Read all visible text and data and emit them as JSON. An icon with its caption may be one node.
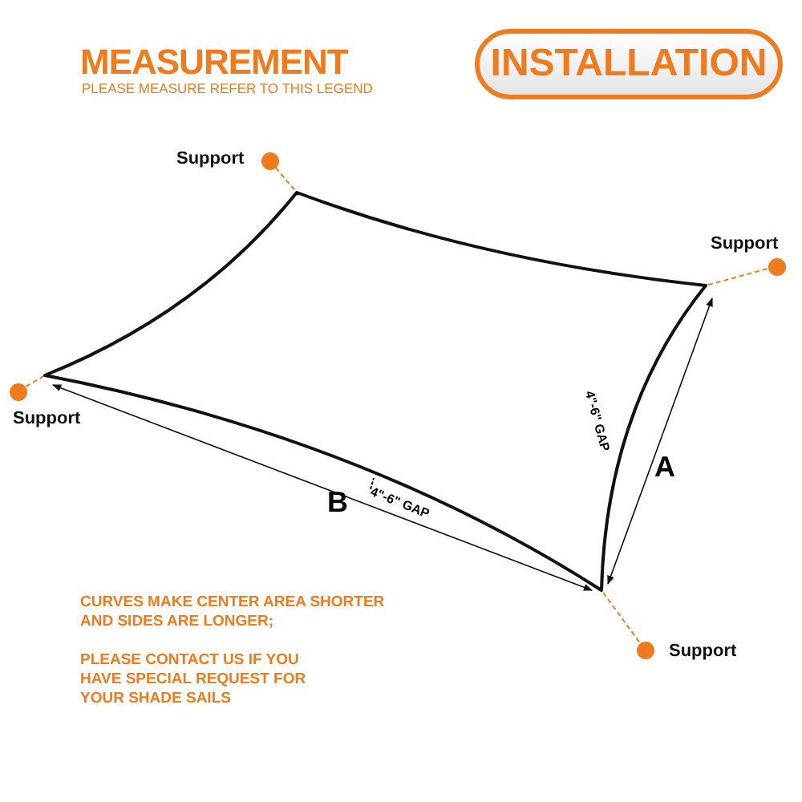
{
  "diagram": {
    "title": "MEASUREMENT",
    "nodes": [
      {
        "text": [
          "INSTALLATION"
        ]
      },
      {
        "text": [
          "Support"
        ]
      },
      {
        "text": [
          "Support"
        ]
      },
      {
        "text": [
          "Support"
        ]
      },
      {
        "text": [
          "Support"
        ]
      },
      {
        "text": [],
        "shape": "sail"
      }
    ],
    "edges": [
      {
        "from": 1,
        "to": 5,
        "arrow": "none",
        "style": "dashed"
      },
      {
        "from": 2,
        "to": 5,
        "arrow": "none",
        "style": "dashed"
      },
      {
        "from": 3,
        "to": 5,
        "arrow": "none",
        "style": "dashed"
      },
      {
        "from": 4,
        "to": 5,
        "arrow": "none",
        "style": "dashed"
      }
    ],
    "labels": [
      "PLEASE MEASURE REFER TO THIS LEGEND",
      "4\"-6\" GAP",
      "A",
      "B",
      "4\"-6\" GAP",
      "CURVES MAKE CENTER AREA SHORTER AND SIDES ARE LONGER;",
      "PLEASE CONTACT US IF YOU HAVE SPECIAL REQUEST FOR YOUR SHADE SAILS"
    ]
  }
}
